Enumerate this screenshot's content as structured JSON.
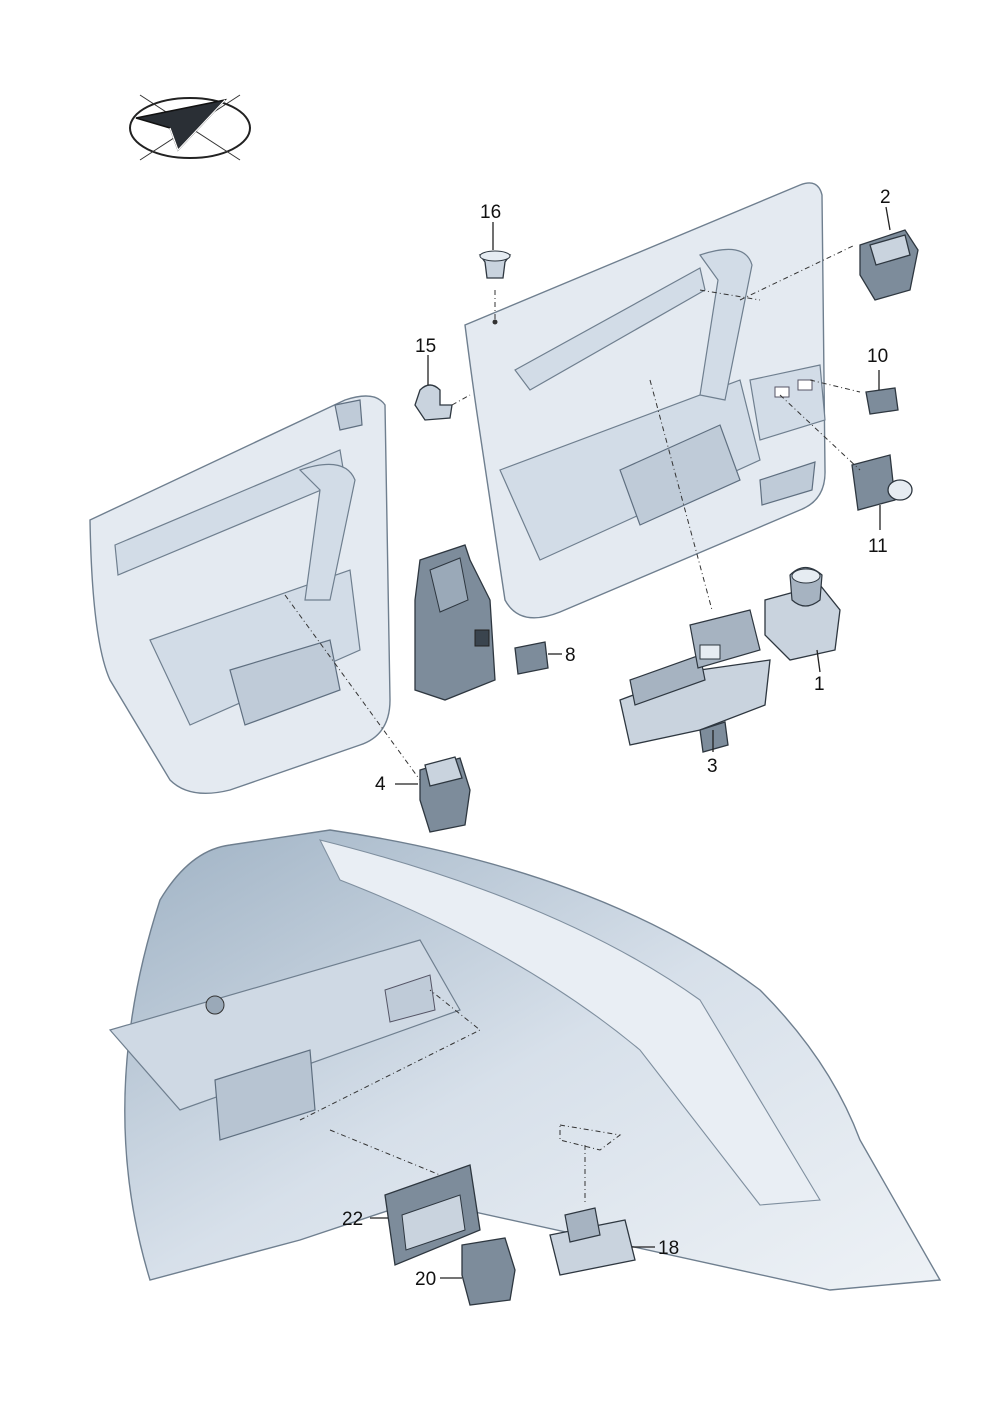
{
  "callouts": [
    {
      "id": "c1",
      "number": "1"
    },
    {
      "id": "c2",
      "number": "2"
    },
    {
      "id": "c3",
      "number": "3"
    },
    {
      "id": "c4",
      "number": "4"
    },
    {
      "id": "c8",
      "number": "8"
    },
    {
      "id": "c10",
      "number": "10"
    },
    {
      "id": "c11",
      "number": "11"
    },
    {
      "id": "c15",
      "number": "15"
    },
    {
      "id": "c16",
      "number": "16"
    },
    {
      "id": "c18",
      "number": "18"
    },
    {
      "id": "c20",
      "number": "20"
    },
    {
      "id": "c22",
      "number": "22"
    }
  ],
  "icons": {
    "orientation": "direction-arrow-icon"
  },
  "colors": {
    "panel": "#e4eaf1",
    "shade": "#b7c4d2",
    "outline": "#2e3740"
  }
}
